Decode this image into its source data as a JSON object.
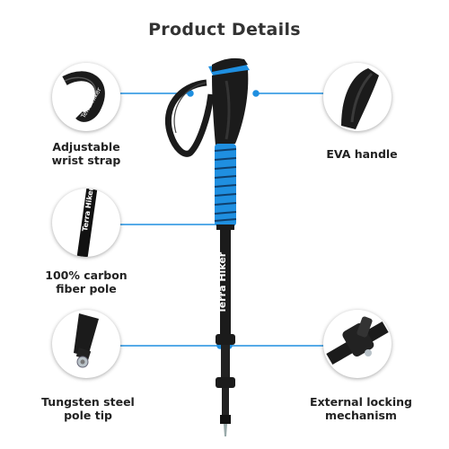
{
  "title": "Product Details",
  "features": {
    "wrist_strap": {
      "line1": "Adjustable",
      "line2": "wrist strap"
    },
    "carbon_pole": {
      "line1": "100% carbon",
      "line2": "fiber pole"
    },
    "pole_tip": {
      "line1": "Tungsten steel",
      "line2": "pole tip"
    },
    "handle": {
      "line1": "EVA handle"
    },
    "locking": {
      "line1": "External locking",
      "line2": "mechanism"
    }
  },
  "brand": "Terra Hiker",
  "colors": {
    "accent": "#1f8fe0",
    "grip": "#1b1b1b",
    "connector": "#1f8fe0"
  },
  "icons": [
    "wrist-strap-closeup",
    "pole-brand-closeup",
    "pole-tip-closeup",
    "eva-handle-closeup",
    "lock-mechanism-closeup"
  ]
}
